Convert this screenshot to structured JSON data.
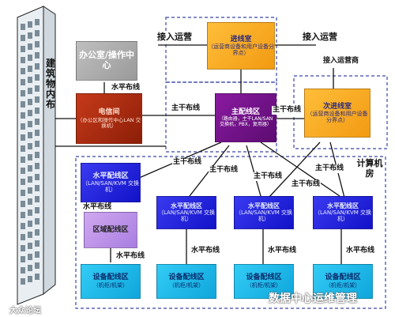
{
  "building": {
    "label": "建筑物内布"
  },
  "boxes": {
    "office": {
      "title": "办公室/操作中心",
      "sub": ""
    },
    "telecom": {
      "title": "电信间",
      "sub": "（办公区和操作中心LAN 交换机）"
    },
    "entrance": {
      "title": "进线室",
      "sub": "（运营商设备和用户设备分界点）"
    },
    "main": {
      "title": "主配线区",
      "sub": "（路由器，主干LAN/SAN 交换机，PBX，复用器）"
    },
    "secondary": {
      "title": "次进线室",
      "sub": "（运营商设备和用户设备分界点）"
    },
    "h1": {
      "title": "水平配线区",
      "sub": "（LAN/SAN/KVM 交换机）"
    },
    "h2": {
      "title": "水平配线区",
      "sub": "（LAN/SAN/KVM 交换机）"
    },
    "h3": {
      "title": "水平配线区",
      "sub": "（LAN/SAN/KVM 交换机）"
    },
    "h4": {
      "title": "水平配线区",
      "sub": "（LAN/SAN/KVM 交换机）"
    },
    "zone": {
      "title": "区域配线区",
      "sub": ""
    },
    "e1": {
      "title": "设备配线区",
      "sub": "（机柜/机架）"
    },
    "e2": {
      "title": "设备配线区",
      "sub": "（机柜/机架）"
    },
    "e3": {
      "title": "设备配线区",
      "sub": "（机柜/机架）"
    },
    "e4": {
      "title": "设备配线区",
      "sub": "（机柜/机架）"
    }
  },
  "labels": {
    "access_left": "接入运营",
    "access_right": "接入运营",
    "access_secondary": "接入运营商",
    "horiz_office": "水平布线",
    "trunk_telecom": "主干布线",
    "trunk_secondary": "主干布线",
    "trunk_1": "主干布线",
    "trunk_2": "主干布线",
    "trunk_3": "主干布线",
    "trunk_4": "主干布线",
    "trunk_5": "主干布线",
    "horiz_zone": "水平布线",
    "horiz_e1": "水平布线",
    "horiz_e2": "水平布线",
    "horiz_e3": "水平布线",
    "horiz_e4": "水平布线",
    "computer_room": "计算机房"
  },
  "watermark": {
    "left": "大众论坛",
    "right": "数据中心运维管理"
  }
}
